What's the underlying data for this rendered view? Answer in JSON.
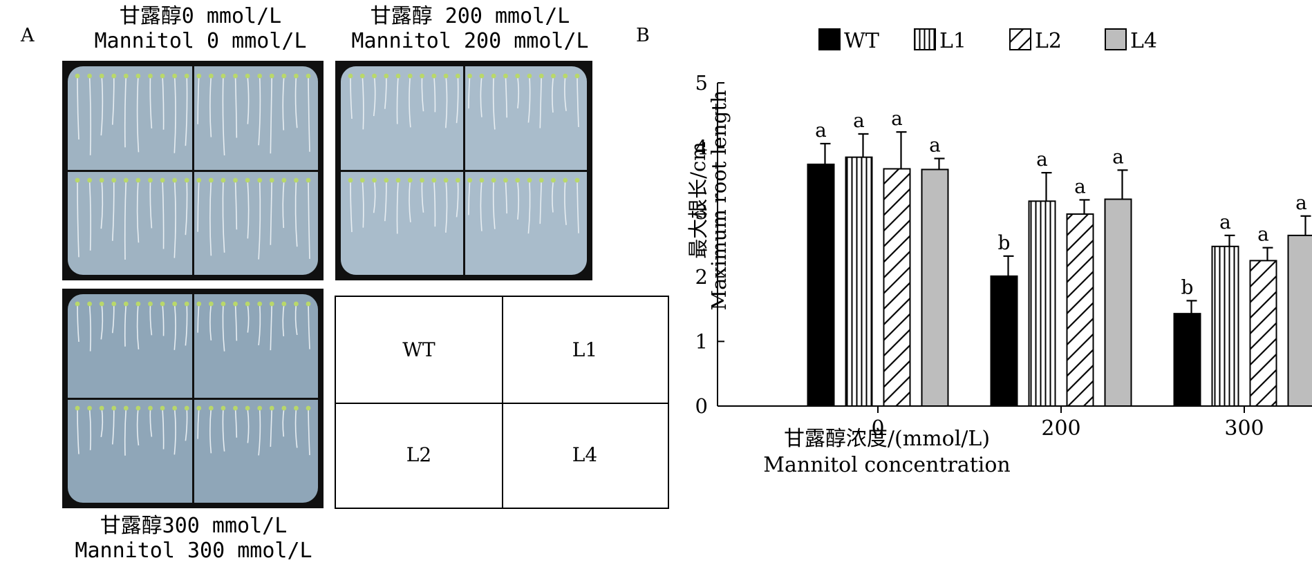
{
  "panel_a": {
    "letter": "A",
    "top_left_caption": {
      "line1": "甘露醇0 mmol/L",
      "line2": "Mannitol 0 mmol/L"
    },
    "top_right_caption": {
      "line1": "甘露醇 200 mmol/L",
      "line2": "Mannitol 200 mmol/L"
    },
    "bottom_caption": {
      "line1": "甘露醇300 mmol/L",
      "line2": "Mannitol 300 mmol/L"
    },
    "layout_legend": {
      "top_left": "WT",
      "top_right": "L1",
      "bottom_left": "L2",
      "bottom_right": "L4"
    }
  },
  "panel_b": {
    "letter": "B"
  },
  "chart_data": {
    "type": "bar",
    "categories": [
      "0",
      "200",
      "300"
    ],
    "series": [
      {
        "name": "WT",
        "pattern": "solid-black",
        "values": [
          3.74,
          2.01,
          1.43
        ],
        "errors": [
          0.32,
          0.31,
          0.2
        ],
        "letters": [
          "a",
          "b",
          "b"
        ]
      },
      {
        "name": "L1",
        "pattern": "vertical-stripes",
        "values": [
          3.85,
          3.17,
          2.47
        ],
        "errors": [
          0.36,
          0.44,
          0.17
        ],
        "letters": [
          "a",
          "a",
          "a"
        ]
      },
      {
        "name": "L2",
        "pattern": "diagonal-stripes",
        "values": [
          3.67,
          2.97,
          2.25
        ],
        "errors": [
          0.57,
          0.22,
          0.2
        ],
        "letters": [
          "a",
          "a",
          "a"
        ]
      },
      {
        "name": "L4",
        "pattern": "solid-gray",
        "values": [
          3.66,
          3.2,
          2.64
        ],
        "errors": [
          0.17,
          0.45,
          0.3
        ],
        "letters": [
          "a",
          "a",
          "a"
        ]
      }
    ],
    "ylim": [
      0,
      5
    ],
    "yticks": [
      "0",
      "1",
      "2",
      "3",
      "4",
      "5"
    ],
    "ylabel_line1": "最大根长/cm",
    "ylabel_line2": "Maximum root length",
    "xlabel_line1": "甘露醇浓度/(mmol/L)",
    "xlabel_line2": "Mannitol concentration",
    "legend_position": "top",
    "colors": {
      "WT": "#000000",
      "L1": "#ffffff",
      "L2": "#ffffff",
      "L4": "#bdbdbd"
    }
  }
}
